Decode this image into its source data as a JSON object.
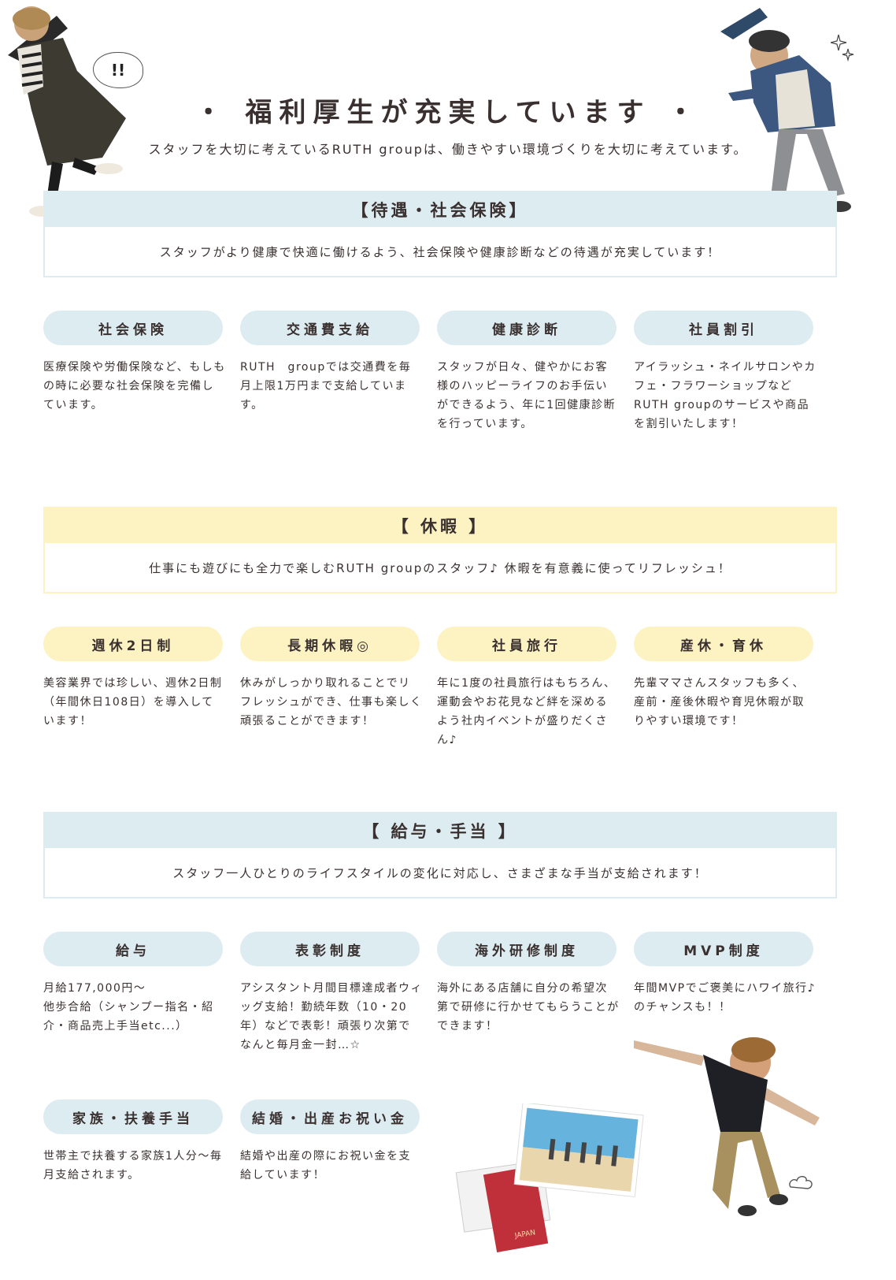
{
  "header": {
    "title": "・ 福利厚生が充実しています ・",
    "subtitle": "スタッフを大切に考えているRUTH groupは、働きやすい環境づくりを大切に考えています。"
  },
  "sections": [
    {
      "title": "【待遇・社会保険】",
      "desc": "スタッフがより健康で快適に働けるよう、社会保険や健康診断などの待遇が充実しています！",
      "items": [
        {
          "label": "社会保険",
          "text": "医療保険や労働保険など、もしもの時に必要な社会保険を完備しています。"
        },
        {
          "label": "交通費支給",
          "text": "RUTH　groupでは交通費を毎月上限1万円まで支給しています。"
        },
        {
          "label": "健康診断",
          "text": "スタッフが日々、健やかにお客様のハッピーライフのお手伝いができるよう、年に1回健康診断を行っています。"
        },
        {
          "label": "社員割引",
          "text": "アイラッシュ・ネイルサロンやカフェ・フラワーショップなどRUTH groupのサービスや商品を割引いたします！"
        }
      ]
    },
    {
      "title": "【 休暇 】",
      "desc": "仕事にも遊びにも全力で楽しむRUTH groupのスタッフ♪ 休暇を有意義に使ってリフレッシュ！",
      "items": [
        {
          "label": "週休2日制",
          "text": "美容業界では珍しい、週休2日制（年間休日108日）を導入しています！"
        },
        {
          "label": "長期休暇◎",
          "text": "休みがしっかり取れることでリフレッシュができ、仕事も楽しく頑張ることができます！"
        },
        {
          "label": "社員旅行",
          "text": "年に1度の社員旅行はもちろん、運動会やお花見など絆を深めるよう社内イベントが盛りだくさん♪"
        },
        {
          "label": "産休・育休",
          "text": "先輩ママさんスタッフも多く、産前・産後休暇や育児休暇が取りやすい環境です！"
        }
      ]
    },
    {
      "title": "【 給与・手当 】",
      "desc": "スタッフ一人ひとりのライフスタイルの変化に対応し、さまざまな手当が支給されます！",
      "items": [
        {
          "label": "給与",
          "text": "月給177,000円〜\n他歩合給（シャンプー指名・紹介・商品売上手当etc...）"
        },
        {
          "label": "表彰制度",
          "text": "アシスタント月間目標達成者ウィッグ支給！勤続年数（10・20年）などで表彰！頑張り次第でなんと毎月金一封…☆"
        },
        {
          "label": "海外研修制度",
          "text": "海外にある店舗に自分の希望次第で研修に行かせてもらうことができます！"
        },
        {
          "label": "MVP制度",
          "text": "年間MVPでご褒美にハワイ旅行♪のチャンスも！！"
        },
        {
          "label": "家族・扶養手当",
          "text": "世帯主で扶養する家族1人分〜毎月支給されます。"
        },
        {
          "label": "結婚・出産お祝い金",
          "text": "結婚や出産の際にお祝い金を支給しています！"
        }
      ]
    }
  ],
  "decor": {
    "exclaim": "!!",
    "passport_text": "JAPAN"
  },
  "colors": {
    "blue": "#dcecf0",
    "yellow": "#fdf3c2",
    "text": "#3a3030"
  }
}
